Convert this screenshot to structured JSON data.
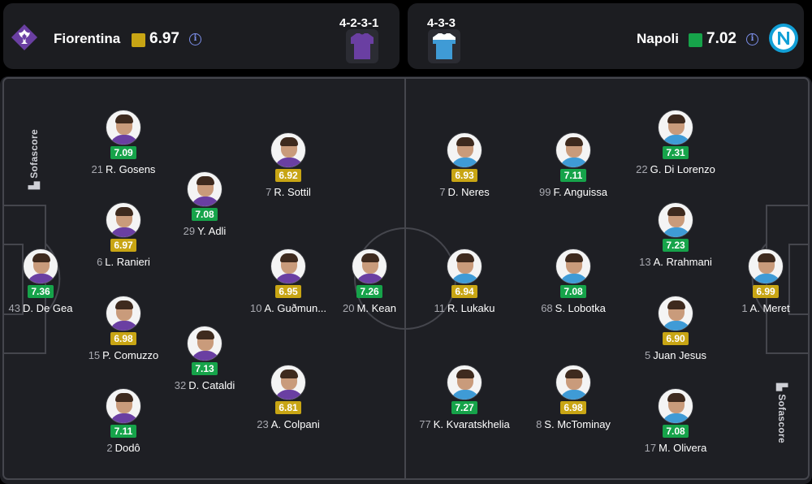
{
  "colors": {
    "rating_green": "#16a34a",
    "rating_yellow": "#c8a514",
    "fiorentina_purple": "#6a3fa2",
    "napoli_blue": "#3f9bd6",
    "pitch": "#1e1f24",
    "lines": "#45464d"
  },
  "home": {
    "name": "Fiorentina",
    "rating": "6.97",
    "rating_color": "yellow",
    "formation": "4-2-3-1",
    "logo_icon": "fiorentina-lily-icon",
    "shirt_icon": "purple-shirt-icon",
    "info_icon": "info-icon"
  },
  "away": {
    "name": "Napoli",
    "rating": "7.02",
    "rating_color": "green",
    "formation": "4-3-3",
    "logo_icon": "napoli-n-icon",
    "shirt_icon": "sky-blue-shirt-icon",
    "info_icon": "info-icon"
  },
  "watermark": "Sofascore",
  "players": [
    {
      "id": "h1",
      "num": "43",
      "name": "D. De Gea",
      "rating": "7.36",
      "rc": "green",
      "team": "home"
    },
    {
      "id": "h2",
      "num": "21",
      "name": "R. Gosens",
      "rating": "7.09",
      "rc": "green",
      "team": "home"
    },
    {
      "id": "h3",
      "num": "6",
      "name": "L. Ranieri",
      "rating": "6.97",
      "rc": "yellow",
      "team": "home"
    },
    {
      "id": "h4",
      "num": "15",
      "name": "P. Comuzzo",
      "rating": "6.98",
      "rc": "yellow",
      "team": "home"
    },
    {
      "id": "h5",
      "num": "2",
      "name": "Dodô",
      "rating": "7.11",
      "rc": "green",
      "team": "home"
    },
    {
      "id": "h6",
      "num": "29",
      "name": "Y. Adli",
      "rating": "7.08",
      "rc": "green",
      "team": "home"
    },
    {
      "id": "h7",
      "num": "32",
      "name": "D. Cataldi",
      "rating": "7.13",
      "rc": "green",
      "team": "home"
    },
    {
      "id": "h8",
      "num": "7",
      "name": "R. Sottil",
      "rating": "6.92",
      "rc": "yellow",
      "team": "home"
    },
    {
      "id": "h9",
      "num": "10",
      "name": "A. Guðmun...",
      "rating": "6.95",
      "rc": "yellow",
      "team": "home"
    },
    {
      "id": "h10",
      "num": "23",
      "name": "A. Colpani",
      "rating": "6.81",
      "rc": "yellow",
      "team": "home"
    },
    {
      "id": "h11",
      "num": "20",
      "name": "M. Kean",
      "rating": "7.26",
      "rc": "green",
      "team": "home"
    },
    {
      "id": "a1",
      "num": "11",
      "name": "R. Lukaku",
      "rating": "6.94",
      "rc": "yellow",
      "team": "away"
    },
    {
      "id": "a2",
      "num": "7",
      "name": "D. Neres",
      "rating": "6.93",
      "rc": "yellow",
      "team": "away"
    },
    {
      "id": "a3",
      "num": "77",
      "name": "K. Kvaratskhelia",
      "rating": "7.27",
      "rc": "green",
      "team": "away"
    },
    {
      "id": "a4",
      "num": "99",
      "name": "F. Anguissa",
      "rating": "7.11",
      "rc": "green",
      "team": "away"
    },
    {
      "id": "a5",
      "num": "68",
      "name": "S. Lobotka",
      "rating": "7.08",
      "rc": "green",
      "team": "away"
    },
    {
      "id": "a6",
      "num": "8",
      "name": "S. McTominay",
      "rating": "6.98",
      "rc": "yellow",
      "team": "away"
    },
    {
      "id": "a7",
      "num": "22",
      "name": "G. Di Lorenzo",
      "rating": "7.31",
      "rc": "green",
      "team": "away"
    },
    {
      "id": "a8",
      "num": "13",
      "name": "A. Rrahmani",
      "rating": "7.23",
      "rc": "green",
      "team": "away"
    },
    {
      "id": "a9",
      "num": "5",
      "name": "Juan Jesus",
      "rating": "6.90",
      "rc": "yellow",
      "team": "away"
    },
    {
      "id": "a10",
      "num": "17",
      "name": "M. Olivera",
      "rating": "7.08",
      "rc": "green",
      "team": "away"
    },
    {
      "id": "a11",
      "num": "1",
      "name": "A. Meret",
      "rating": "6.99",
      "rc": "yellow",
      "team": "away"
    }
  ]
}
